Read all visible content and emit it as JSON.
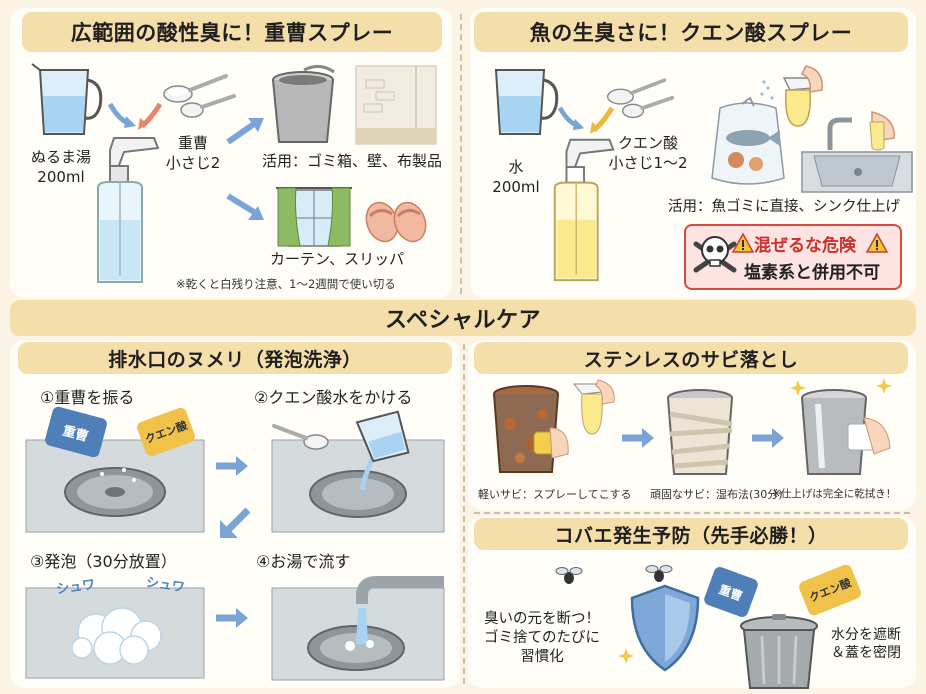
{
  "top_left": {
    "title": "広範囲の酸性臭に！重曹スプレー",
    "water_line1": "ぬるま湯",
    "water_line2": "200ml",
    "powder_line1": "重曹",
    "powder_line2": "小さじ2",
    "use1": "活用：ゴミ箱、壁、布製品",
    "use2": "カーテン、スリッパ",
    "note": "※乾くと白残り注意、1〜2週間で使い切る"
  },
  "top_right": {
    "title": "魚の生臭さに！クエン酸スプレー",
    "water_line1": "水",
    "water_line2": "200ml",
    "powder_line1": "クエン酸",
    "powder_line2": "小さじ1〜2",
    "use": "活用：魚ゴミに直接、シンク仕上げ",
    "warning_line1": "混ぜるな危険",
    "warning_line2": "塩素系と併用不可"
  },
  "special": {
    "title": "スペシャルケア",
    "drain": {
      "title": "排水口のヌメリ（発泡洗浄）",
      "step1": "①重曹を振る",
      "step2": "②クエン酸水をかける",
      "step3": "③発泡（30分放置）",
      "step4": "④お湯で流す",
      "jar1_label": "重曹",
      "jar2_label": "クエン酸",
      "foam1": "シュワ",
      "foam2": "シュワ"
    },
    "rust": {
      "title": "ステンレスのサビ落とし",
      "cap1": "軽いサビ：スプレーしてこする",
      "cap2": "頑固なサビ：湿布法(30分)",
      "cap3": "※仕上げは完全に乾拭き！"
    },
    "fly": {
      "title": "コバエ発生予防（先手必勝！）",
      "left_line1": "臭いの元を断つ！",
      "left_line2": "ゴミ捨てのたびに",
      "left_line3": "習慣化",
      "right_line1": "水分を遮断",
      "right_line2": "＆蓋を密閉",
      "jar1_label": "重曹",
      "jar2_label": "クエン酸"
    }
  }
}
